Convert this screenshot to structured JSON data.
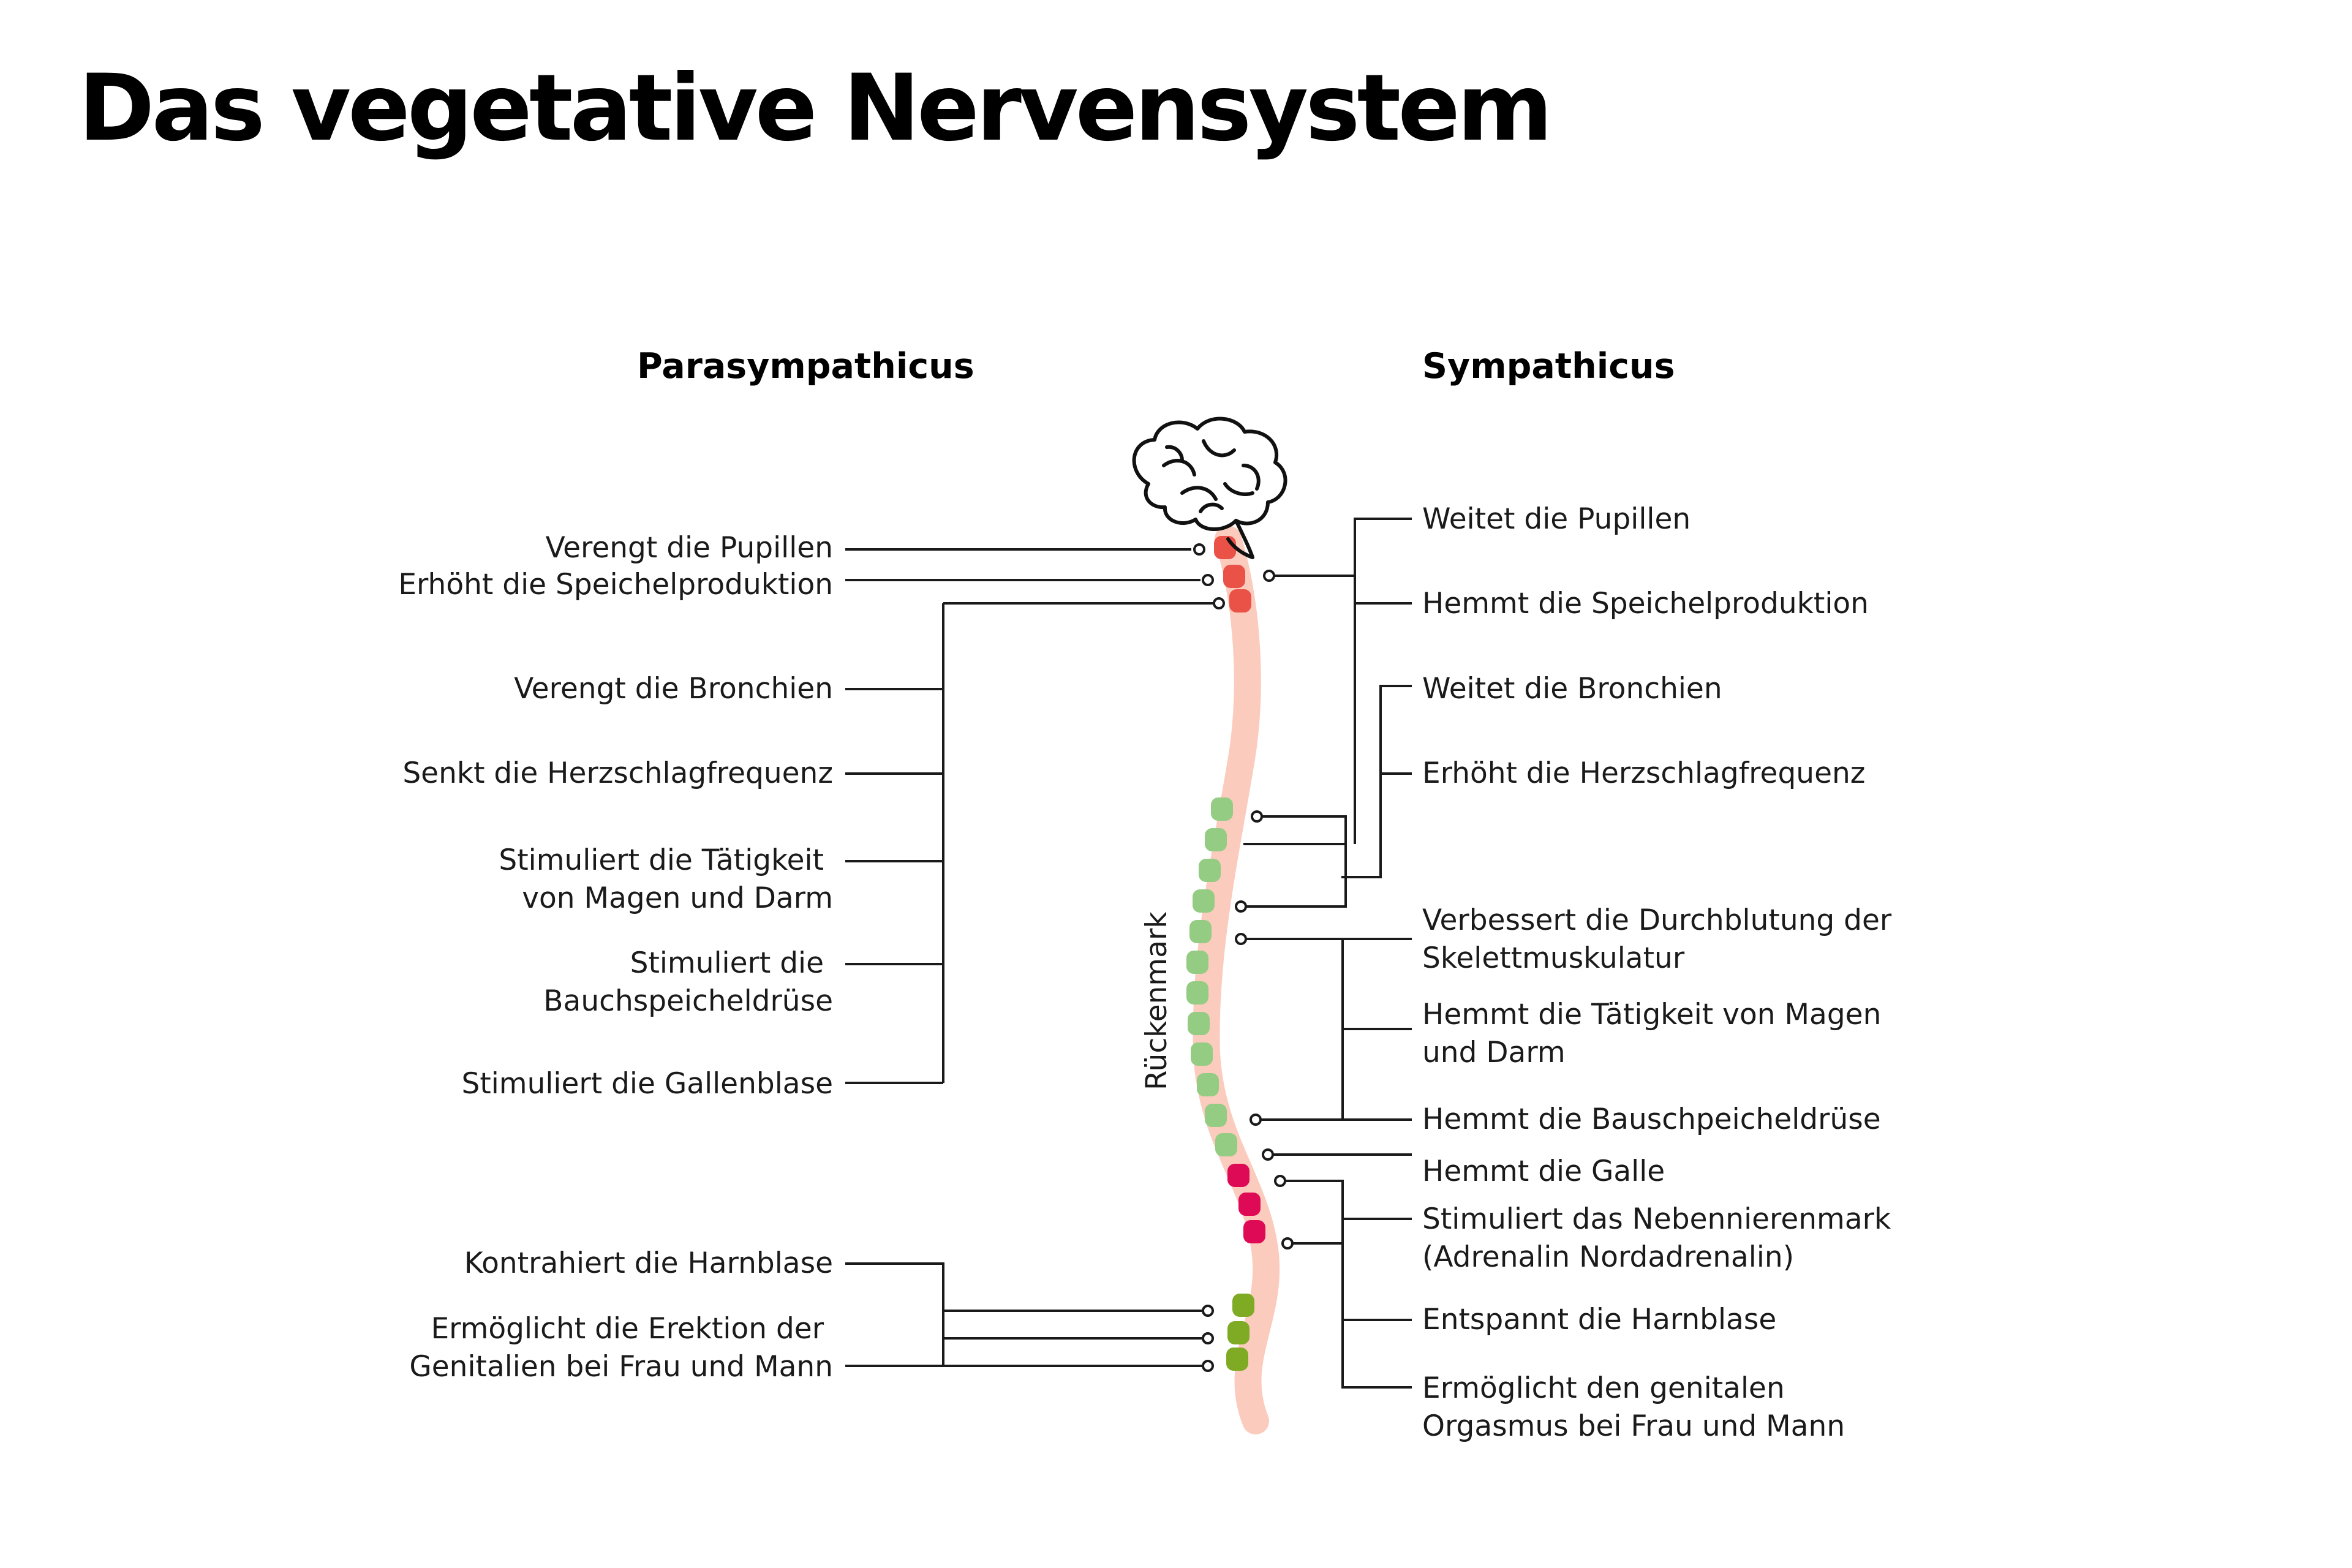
{
  "title": "Das vegetative Nervensystem",
  "columns": {
    "left": "Parasympathicus",
    "right": "Sympathicus"
  },
  "spine_label": "Rückenmark",
  "colors": {
    "spine": "#fbcbbd",
    "brainstem": "#ea5248",
    "thoracic": "#93cc82",
    "lumbar": "#de0a55",
    "sacral": "#7faa24",
    "line": "#1a1a1a"
  },
  "parasympathicus": [
    {
      "id": "p1",
      "lines": [
        "Verengt die Pupillen"
      ]
    },
    {
      "id": "p2",
      "lines": [
        "Erhöht die Speichelproduktion"
      ]
    },
    {
      "id": "p3",
      "lines": [
        "Verengt die Bronchien"
      ]
    },
    {
      "id": "p4",
      "lines": [
        "Senkt die Herzschlagfrequenz"
      ]
    },
    {
      "id": "p5",
      "lines": [
        "Stimuliert die Tätigkeit",
        "von Magen und Darm"
      ]
    },
    {
      "id": "p6",
      "lines": [
        "Stimuliert die",
        "Bauchspeicheldrüse"
      ]
    },
    {
      "id": "p7",
      "lines": [
        "Stimuliert die Gallenblase"
      ]
    },
    {
      "id": "p8",
      "lines": [
        "Kontrahiert die Harnblase"
      ]
    },
    {
      "id": "p9",
      "lines": [
        "Ermöglicht die Erektion der",
        "Genitalien bei Frau und Mann"
      ]
    }
  ],
  "sympathicus": [
    {
      "id": "s1",
      "lines": [
        "Weitet die Pupillen"
      ]
    },
    {
      "id": "s2",
      "lines": [
        "Hemmt die Speichelproduktion"
      ]
    },
    {
      "id": "s3",
      "lines": [
        "Weitet die Bronchien"
      ]
    },
    {
      "id": "s4",
      "lines": [
        "Erhöht die Herzschlagfrequenz"
      ]
    },
    {
      "id": "s5",
      "lines": [
        "Verbessert die Durchblutung der",
        "Skelettmuskulatur"
      ]
    },
    {
      "id": "s6",
      "lines": [
        "Hemmt die Tätigkeit von Magen",
        "und Darm"
      ]
    },
    {
      "id": "s7",
      "lines": [
        "Hemmt die Bauschpeicheldrüse"
      ]
    },
    {
      "id": "s8",
      "lines": [
        "Hemmt die Galle"
      ]
    },
    {
      "id": "s9",
      "lines": [
        "Stimuliert das Nebennierenmark",
        "(Adrenalin Nordadrenalin)"
      ]
    },
    {
      "id": "s10",
      "lines": [
        "Entspannt die Harnblase"
      ]
    },
    {
      "id": "s11",
      "lines": [
        "Ermöglicht den genitalen",
        "Orgasmus bei Frau und Mann"
      ]
    }
  ]
}
